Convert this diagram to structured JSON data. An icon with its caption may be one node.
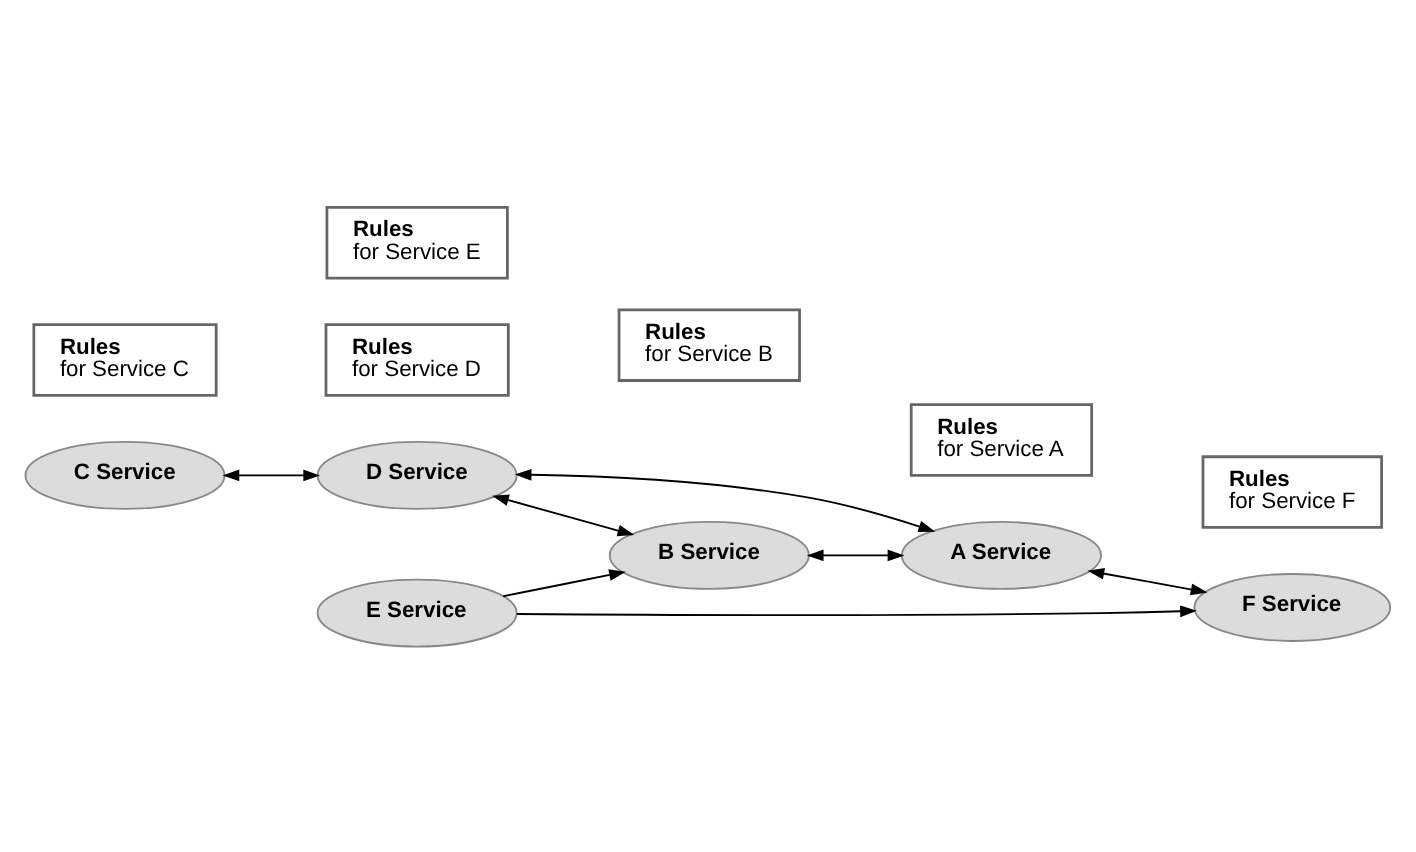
{
  "diagram": {
    "nodes": [
      {
        "text": [
          "C Service"
        ]
      },
      {
        "text": [
          "Rules",
          "for Service C"
        ]
      },
      {
        "text": [
          "D Service"
        ]
      },
      {
        "text": [
          "Rules",
          "for Service D"
        ]
      },
      {
        "text": [
          "B Service"
        ]
      },
      {
        "text": [
          "Rules",
          "for Service B"
        ]
      },
      {
        "text": [
          "E Service"
        ]
      },
      {
        "text": [
          "Rules",
          "for Service E"
        ]
      },
      {
        "text": [
          "A Service"
        ]
      },
      {
        "text": [
          "Rules",
          "for Service A"
        ]
      },
      {
        "text": [
          "F Service"
        ]
      },
      {
        "text": [
          "Rules",
          "for Service F"
        ]
      }
    ],
    "edges": [
      {
        "from": 0,
        "to": 2,
        "arrow": "both"
      },
      {
        "from": 2,
        "to": 4,
        "arrow": "both"
      },
      {
        "from": 2,
        "to": 8,
        "arrow": "both"
      },
      {
        "from": 4,
        "to": 8,
        "arrow": "both"
      },
      {
        "from": 8,
        "to": 10,
        "arrow": "both"
      },
      {
        "from": 6,
        "to": 4,
        "arrow": "to"
      },
      {
        "from": 6,
        "to": 10,
        "arrow": "to"
      }
    ]
  }
}
